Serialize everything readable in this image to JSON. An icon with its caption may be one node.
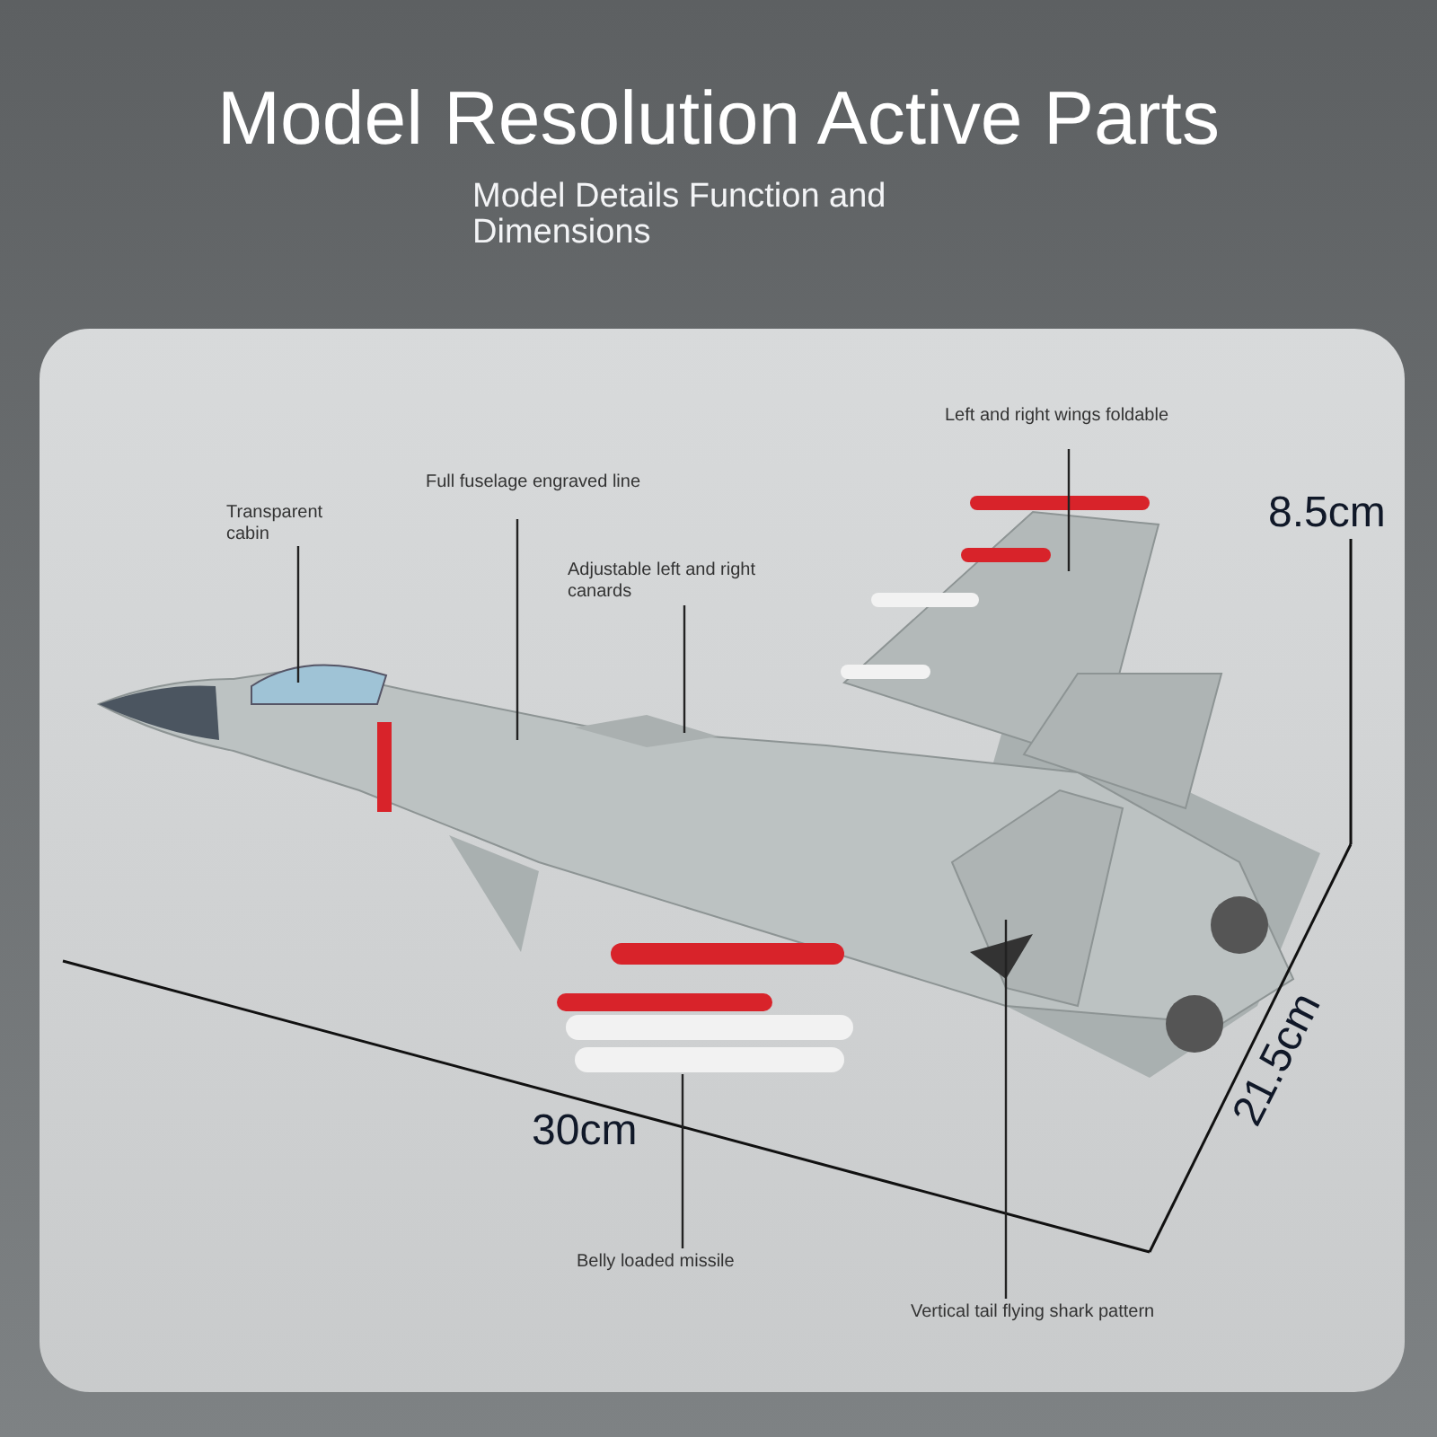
{
  "diagram": {
    "title": "Model Resolution Active Parts",
    "nodes": [
      {
        "text": [
          "Transparent cabin"
        ]
      },
      {
        "text": [
          "Full fuselage engraved line"
        ]
      },
      {
        "text": [
          "Adjustable left and right canards"
        ]
      },
      {
        "text": [
          "Left and right wings foldable"
        ]
      },
      {
        "text": [
          "Belly loaded missile"
        ]
      },
      {
        "text": [
          "Vertical tail flying shark pattern"
        ]
      }
    ],
    "edges": [
      {
        "from": 0,
        "to": null,
        "arrow": "none"
      },
      {
        "from": 1,
        "to": null,
        "arrow": "none"
      },
      {
        "from": 2,
        "to": null,
        "arrow": "none"
      },
      {
        "from": 3,
        "to": null,
        "arrow": "none"
      },
      {
        "from": 4,
        "to": null,
        "arrow": "none"
      },
      {
        "from": 5,
        "to": null,
        "arrow": "none"
      }
    ],
    "labels": [
      "Model Details Function and Dimensions",
      "8.5cm",
      "30cm",
      "21.5cm"
    ]
  }
}
